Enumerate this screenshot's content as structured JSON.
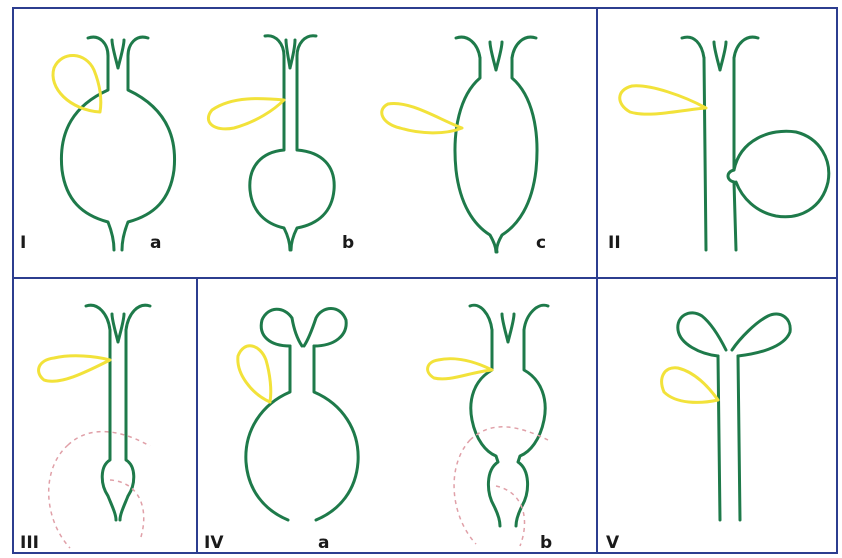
{
  "colors": {
    "frame": "#2c3d8f",
    "duct": "#1e7a4a",
    "gallbladder": "#f2e23a",
    "dashed": "#e0a0a8",
    "text": "#1a1a1a"
  },
  "panels": [
    {
      "type_label": "I",
      "sub_labels": [
        "a",
        "b",
        "c"
      ]
    },
    {
      "type_label": "II",
      "sub_labels": []
    },
    {
      "type_label": "III",
      "sub_labels": []
    },
    {
      "type_label": "IV",
      "sub_labels": [
        "a",
        "b"
      ]
    },
    {
      "type_label": "V",
      "sub_labels": []
    }
  ]
}
